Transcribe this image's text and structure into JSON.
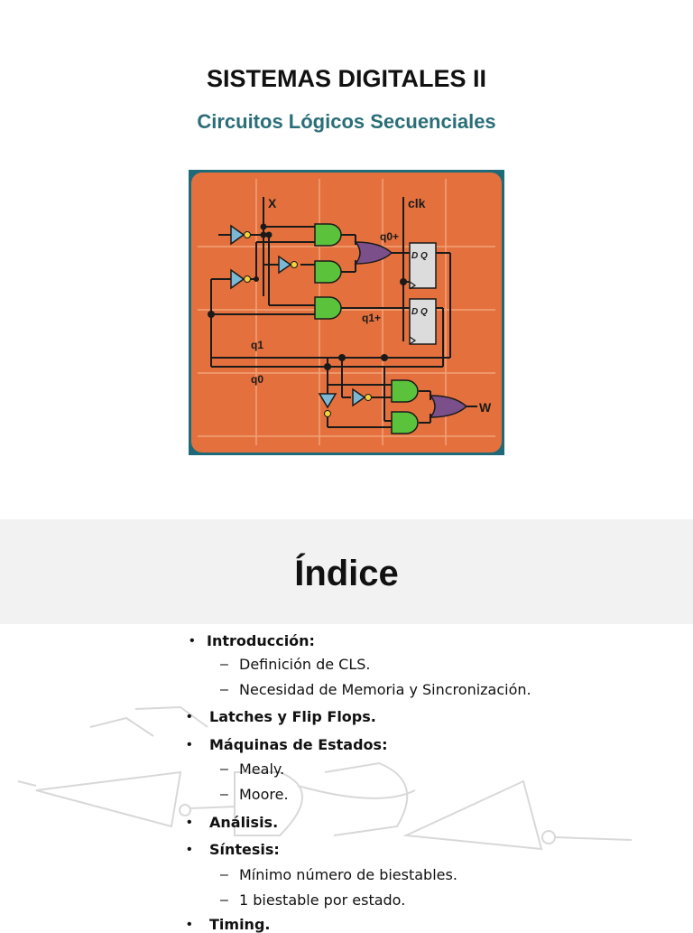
{
  "slide1": {
    "title": "SISTEMAS DIGITALES II",
    "subtitle": "Circuitos Lógicos Secuenciales",
    "circuit_labels": {
      "x": "X",
      "clk": "clk",
      "q0_next": "q0+",
      "q1_next": "q1+",
      "q1": "q1",
      "q0": "q0",
      "dq": "D Q",
      "w": "W"
    },
    "colors": {
      "board": "#e4713d",
      "board_grid": "#f2a27a",
      "and_gate": "#5bc23c",
      "or_gate": "#7a4f8a",
      "inverter": "#7ab8d6"
    }
  },
  "slide2": {
    "title": "Índice",
    "items": [
      {
        "text": "Introducción:",
        "level": 1,
        "bullet": "•"
      },
      {
        "text": "Definición de CLS.",
        "level": 2,
        "bullet": "–"
      },
      {
        "text": "Necesidad de Memoria y Sincronización.",
        "level": 2,
        "bullet": "–"
      },
      {
        "text": "Latches y Flip Flops.",
        "level": 1,
        "bullet": "•"
      },
      {
        "text": "Máquinas de Estados:",
        "level": 1,
        "bullet": "•"
      },
      {
        "text": "Mealy.",
        "level": 2,
        "bullet": "–"
      },
      {
        "text": "Moore.",
        "level": 2,
        "bullet": "–"
      },
      {
        "text": "Análisis.",
        "level": 1,
        "bullet": "•"
      },
      {
        "text": "Síntesis:",
        "level": 1,
        "bullet": "•"
      },
      {
        "text": "Mínimo número de biestables.",
        "level": 2,
        "bullet": "–"
      },
      {
        "text": "1 biestable por estado.",
        "level": 2,
        "bullet": "–"
      },
      {
        "text": "Timing.",
        "level": 1,
        "bullet": "•"
      }
    ]
  }
}
